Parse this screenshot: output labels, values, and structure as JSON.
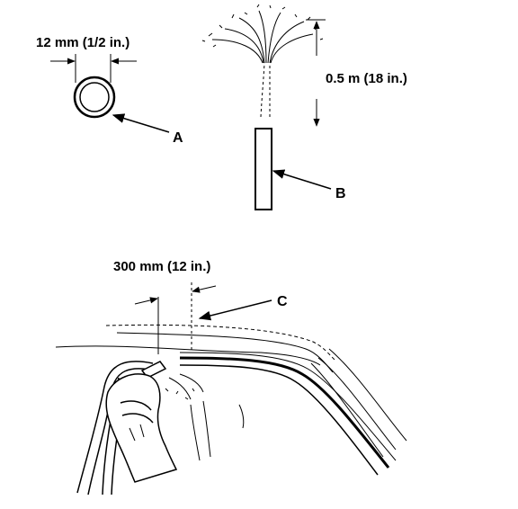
{
  "labels": {
    "hose_diameter": "12 mm (1/2 in.)",
    "spray_height": "0.5 m (18 in.)",
    "test_distance": "300 mm (12 in.)",
    "callout_a": "A",
    "callout_b": "B",
    "callout_c": "C"
  }
}
